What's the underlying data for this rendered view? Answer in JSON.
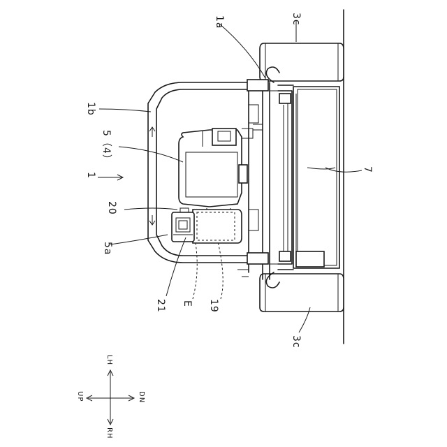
{
  "labels": {
    "ref_1": "1",
    "ref_1a": "1a",
    "ref_1b": "1b",
    "ref_3c_top": "3c",
    "ref_3c_bottom": "3c",
    "ref_5": "5（4）",
    "ref_5a": "5a",
    "ref_7": "7",
    "ref_19": "19",
    "ref_20": "20",
    "ref_21": "21",
    "ref_E": "E"
  },
  "direction": {
    "up": "UP",
    "dn": "DN",
    "lh": "LH",
    "rh": "RH"
  }
}
